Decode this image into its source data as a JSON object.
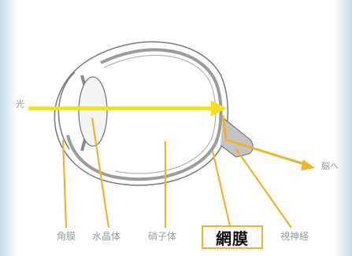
{
  "colors": {
    "light_ray": "#f5e01a",
    "leader": "#f0b429",
    "eye_outline": "#7a7a7a",
    "label_gray": "#9a9a9a"
  },
  "labels": {
    "light": "光",
    "to_brain": "脳へ",
    "cornea": "角膜",
    "lens": "水晶体",
    "vitreous": "硝子体",
    "retina": "網膜",
    "optic_nerve": "視神経"
  }
}
